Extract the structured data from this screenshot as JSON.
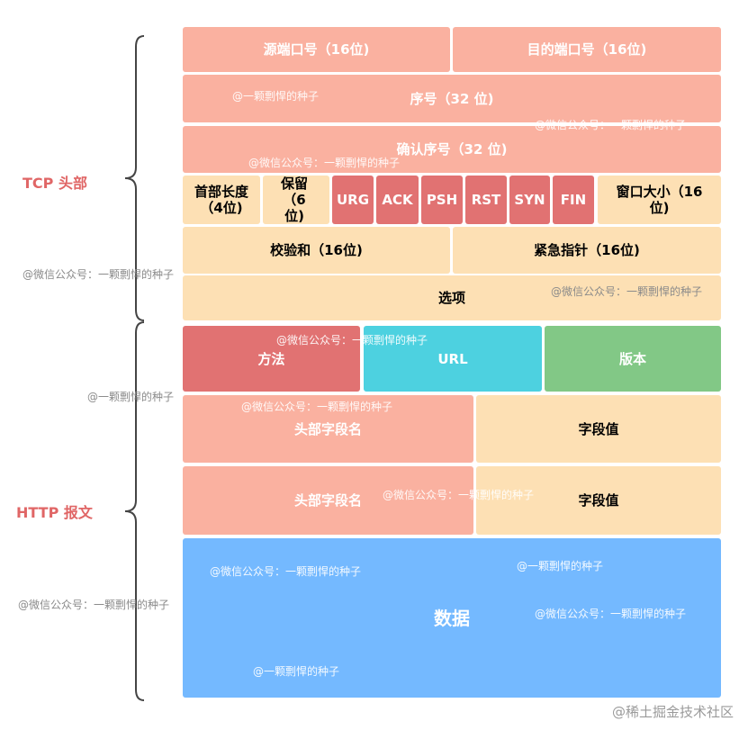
{
  "sections": {
    "tcp_label": "TCP 头部",
    "http_label": "HTTP 报文"
  },
  "tcp": {
    "source_port": "源端口号（16位)",
    "dest_port": "目的端口号（16位)",
    "sequence": "序号（32 位)",
    "ack_number": "确认序号（32 位)",
    "header_length": "首部长度（4位)",
    "reserved": "保留（6位)",
    "flags": [
      "URG",
      "ACK",
      "PSH",
      "RST",
      "SYN",
      "FIN"
    ],
    "window_size": "窗口大小（16位)",
    "checksum": "校验和（16位)",
    "urgent_pointer": "紧急指针（16位)",
    "options": "选项"
  },
  "http": {
    "method": "方法",
    "url": "URL",
    "version": "版本",
    "header_name_1": "头部字段名",
    "header_value_1": "字段值",
    "header_name_2": "头部字段名",
    "header_value_2": "字段值",
    "data": "数据"
  },
  "watermarks": {
    "wechat": "@微信公众号：一颗剽悍的种子",
    "short": "@一颗剽悍的种子"
  },
  "footer": "@稀土掘金技术社区",
  "colors": {
    "salmon": "#fab1a0",
    "peach": "#fde0b4",
    "red": "#e17272",
    "cyan": "#4dd1e0",
    "green": "#82c886",
    "blue": "#74b9ff",
    "label": "#e06666"
  }
}
